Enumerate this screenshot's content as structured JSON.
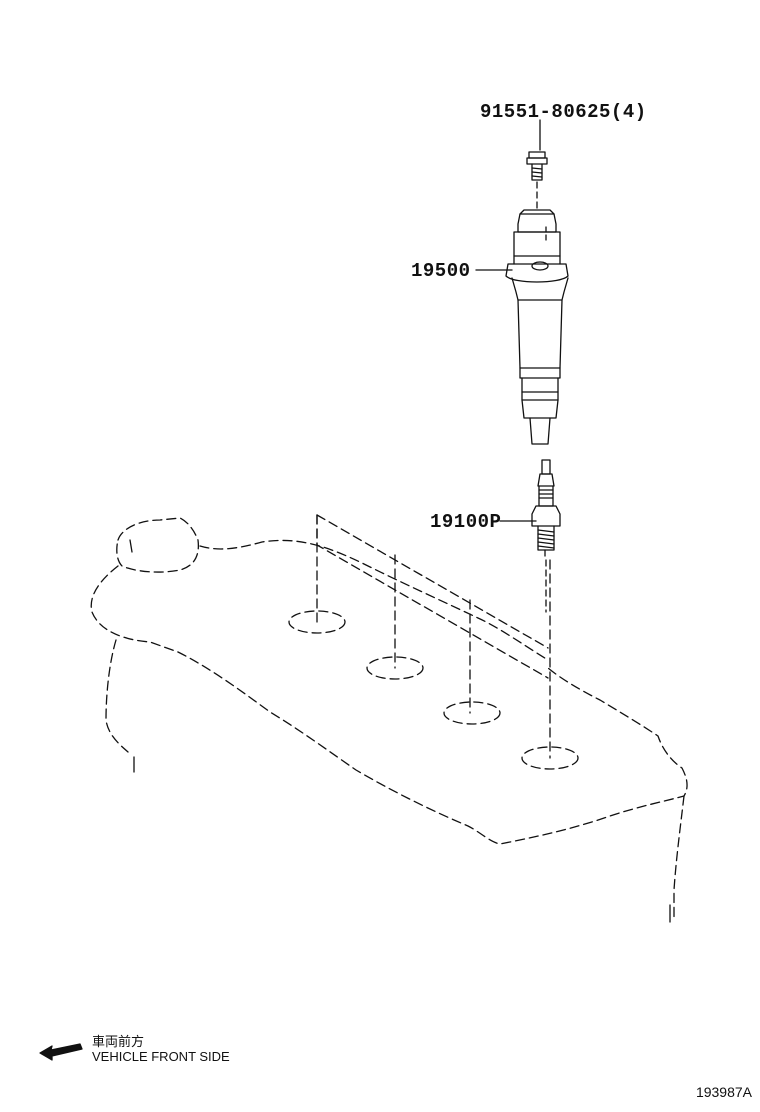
{
  "parts": {
    "bolt_label": "91551-80625(4)",
    "coil_label": "19500",
    "plug_label": "19100P"
  },
  "legend": {
    "japanese": "車両前方",
    "english": "VEHICLE FRONT SIDE",
    "arrow_icon": "arrow-left-icon"
  },
  "figure_id": "193987A",
  "colors": {
    "line": "#111111",
    "background": "#ffffff"
  }
}
